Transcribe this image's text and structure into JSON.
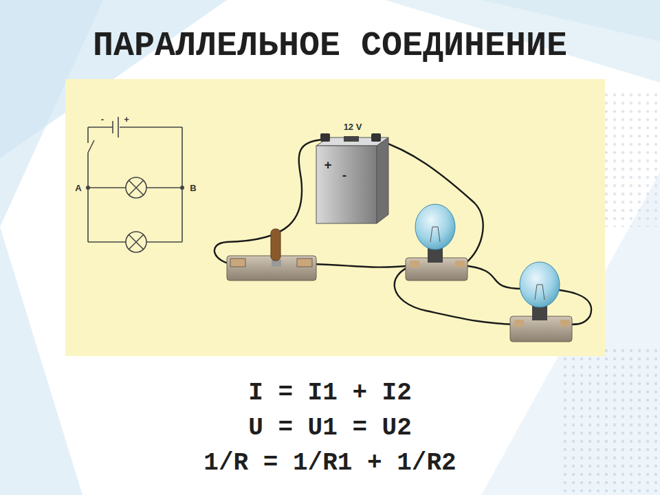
{
  "diagram": {
    "title": "ПАРАЛЛЕЛЬНОЕ СОЕДИНЕНИЕ",
    "labels": [
      "-",
      "+",
      "A",
      "B",
      "12 V",
      "+",
      "-",
      "I = I1 + I2",
      "U = U1 = U2",
      "1/R = 1/R1 + 1/R2"
    ]
  }
}
